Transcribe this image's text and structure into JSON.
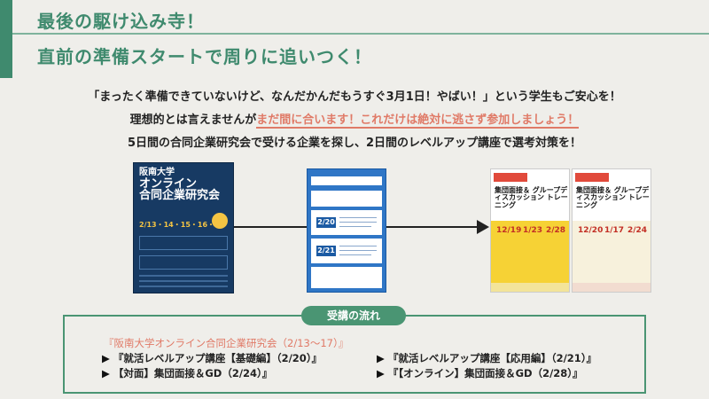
{
  "header": {
    "line1": "最後の駆け込み寺！",
    "line2": "直前の準備スタートで周りに追いつく！"
  },
  "intro": {
    "p1": "「まったく準備できていないけど、なんだかんだもうすぐ3月1日！やばい！」という学生もご安心を！",
    "p2_prefix": "理想的とは言えませんが",
    "p2_highlight": "まだ間に合います！これだけは絶対に逃さず参加しましょう！",
    "p3": "5日間の合同企業研究会で受ける企業を探し、2日間のレベルアップ講座で選考対策を！"
  },
  "posters": {
    "p1": {
      "title_small": "阪南大学",
      "title_big1": "オンライン",
      "title_big2": "合同企業研究会",
      "date": "2/13・14・15・16・17"
    },
    "p2": {
      "date1": "2/20",
      "date2": "2/21"
    },
    "p3": {
      "title": "集団面接＆ グループディスカッション トレーニング",
      "date1": "12/19",
      "date2": "1/23",
      "date3": "2/28"
    },
    "p4": {
      "title": "集団面接＆ グループディスカッション トレーニング",
      "date1": "12/20",
      "date2": "1/17",
      "date3": "2/24"
    }
  },
  "flow": {
    "label": "受講の流れ",
    "item1": "『阪南大学オンライン合同企業研究会（2/13～17）』",
    "item2": "『就活レベルアップ講座【基礎編】（2/20）』",
    "item3": "『就活レベルアップ講座【応用編】（2/21）』",
    "item4": "【対面】集団面接＆GD（2/24）』",
    "item5": "『【オンライン】集団面接＆GD（2/28）』",
    "arrow": "▶"
  }
}
